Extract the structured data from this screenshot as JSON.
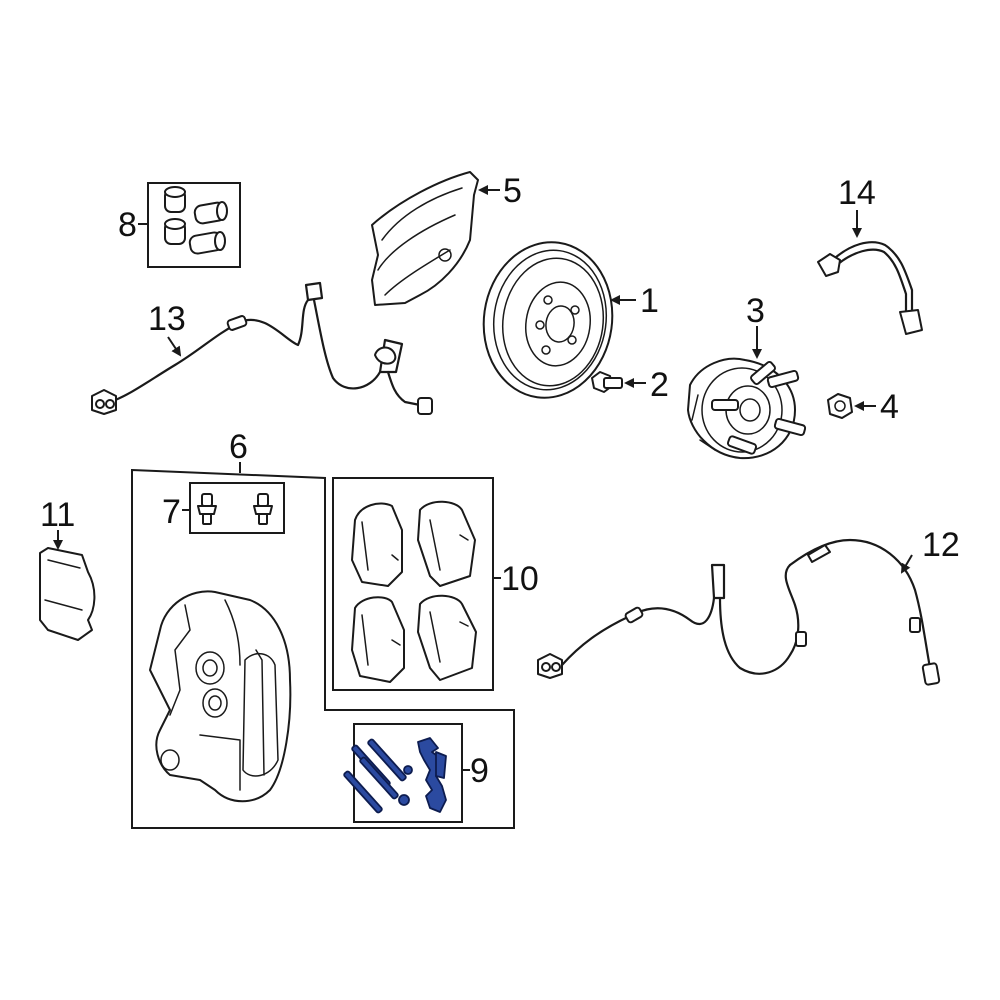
{
  "diagram": {
    "callouts": {
      "c1": "1",
      "c2": "2",
      "c3": "3",
      "c4": "4",
      "c5": "5",
      "c6": "6",
      "c7": "7",
      "c8": "8",
      "c9": "9",
      "c10": "10",
      "c11": "11",
      "c12": "12",
      "c13": "13",
      "c14": "14"
    },
    "highlight_color": "#2b4aa0",
    "highlighted_callout": "9"
  }
}
